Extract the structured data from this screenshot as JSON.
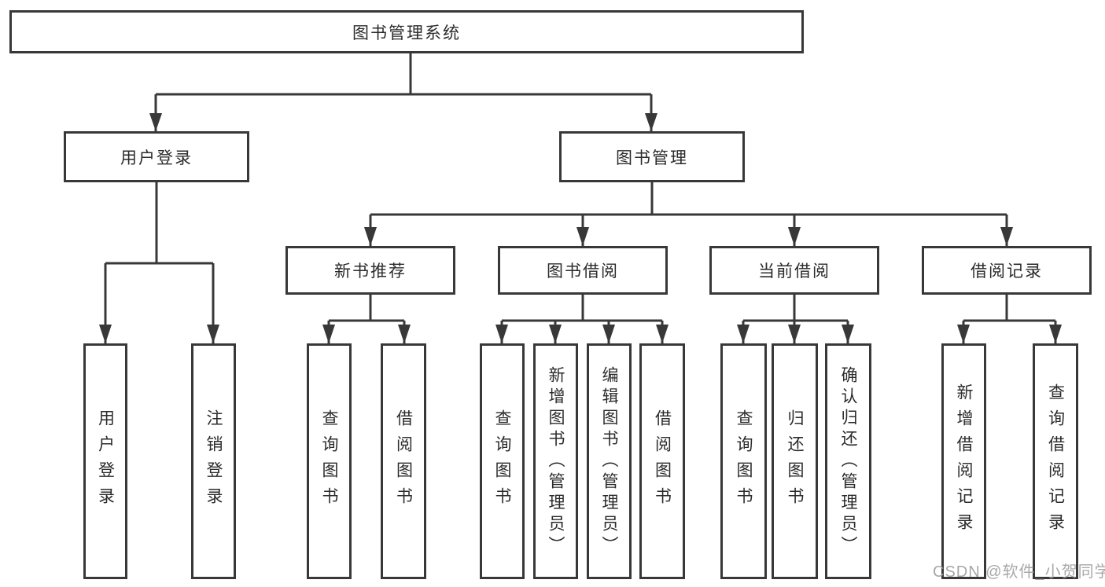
{
  "diagram_title": "图书管理系统",
  "colors": {
    "line": "#383838",
    "text": "#2b2b2b",
    "background": "#ffffff",
    "watermark": "#9e9e9e"
  },
  "tree": {
    "root": {
      "label": "图书管理系统"
    },
    "user_login": {
      "label": "用户登录",
      "children": [
        {
          "label": "用户登录"
        },
        {
          "label": "注销登录"
        }
      ]
    },
    "book_mgmt": {
      "label": "图书管理",
      "sections": [
        {
          "label": "新书推荐",
          "children": [
            {
              "label": "查询图书"
            },
            {
              "label": "借阅图书"
            }
          ]
        },
        {
          "label": "图书借阅",
          "children": [
            {
              "label": "查询图书"
            },
            {
              "label": "新增图书（管理员）"
            },
            {
              "label": "编辑图书（管理员）"
            },
            {
              "label": "借阅图书"
            }
          ]
        },
        {
          "label": "当前借阅",
          "children": [
            {
              "label": "查询图书"
            },
            {
              "label": "归还图书"
            },
            {
              "label": "确认归还（管理员）"
            }
          ]
        },
        {
          "label": "借阅记录",
          "children": [
            {
              "label": "新增借阅记录"
            },
            {
              "label": "查询借阅记录"
            }
          ]
        }
      ]
    }
  },
  "watermark": {
    "text": "CSDN @软件_小贺同学"
  }
}
